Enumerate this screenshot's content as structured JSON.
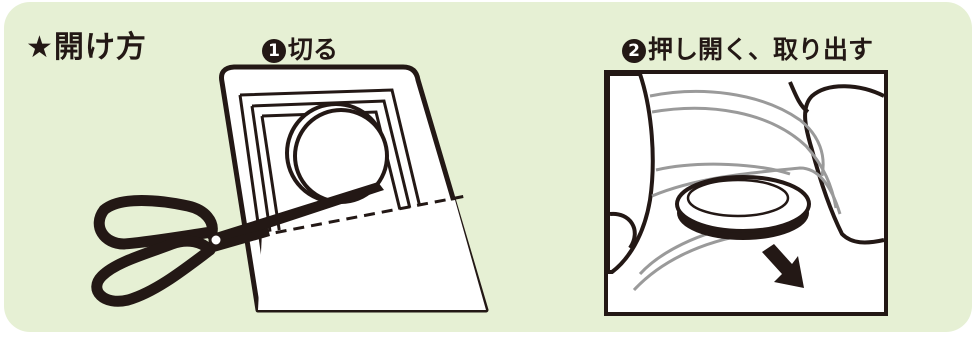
{
  "title": "★開け方",
  "steps": [
    {
      "number": "1",
      "label": "切る"
    },
    {
      "number": "2",
      "label": "押し開く、取り出す"
    }
  ],
  "colors": {
    "panel_background": "#e6f0d4",
    "ink": "#231815",
    "package_fill": "#ffffff",
    "film_lines": "#9a9a9a"
  },
  "icons": [
    "star-icon",
    "scissors-icon",
    "down-arrow-icon"
  ]
}
